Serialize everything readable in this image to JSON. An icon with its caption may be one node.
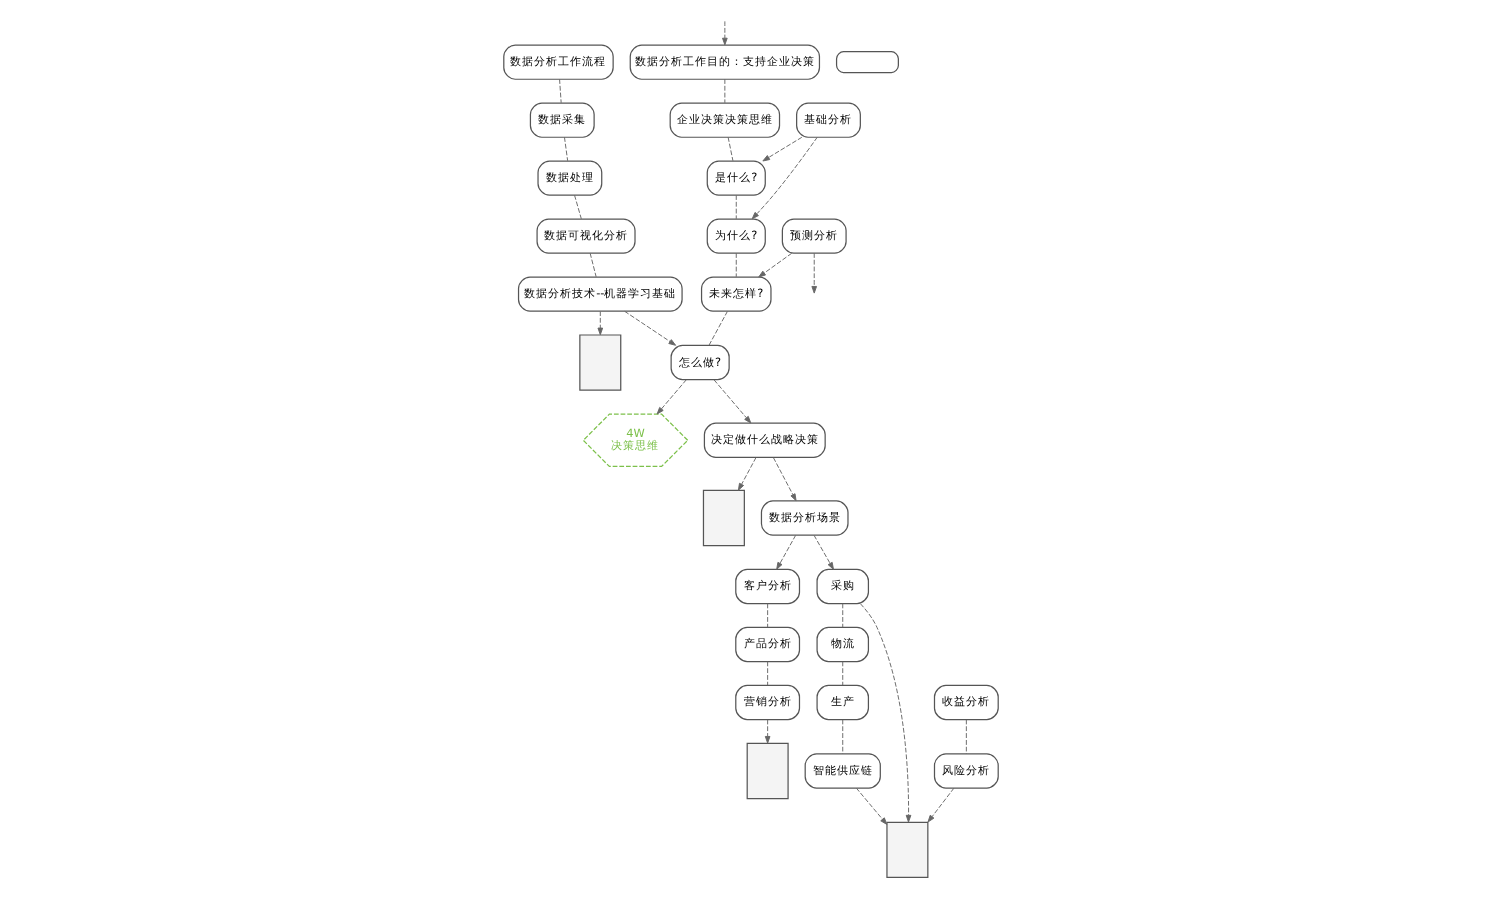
{
  "diagram": {
    "nodes": [
      {
        "text": [
          "数据分析工作流程"
        ]
      },
      {
        "text": [
          "数据采集"
        ]
      },
      {
        "text": [
          "数据处理"
        ]
      },
      {
        "text": [
          "数据可视化分析"
        ]
      },
      {
        "text": [
          "数据分析技术--机器学习基础"
        ]
      },
      {
        "text": [],
        "shape": "box"
      },
      {
        "text": [],
        "shape": "box"
      },
      {
        "text": [
          "基础分析"
        ]
      },
      {
        "text": [
          "预测分析"
        ]
      },
      {
        "text": [
          "数据分析工作目的：支持企业决策"
        ]
      },
      {
        "text": [
          "企业决策决策思维"
        ]
      },
      {
        "text": [
          "是什么?"
        ]
      },
      {
        "text": [
          "为什么?"
        ]
      },
      {
        "text": [
          "未来怎样?"
        ]
      },
      {
        "text": [
          "怎么做?"
        ]
      },
      {
        "text": [
          "4W",
          "决策思维"
        ]
      },
      {
        "text": [
          "决定做什么战略决策"
        ]
      },
      {
        "text": [],
        "shape": "box"
      },
      {
        "text": [
          "数据分析场景"
        ]
      },
      {
        "text": [
          "客户分析"
        ]
      },
      {
        "text": [
          "产品分析"
        ]
      },
      {
        "text": [
          "营销分析"
        ]
      },
      {
        "text": [],
        "shape": "box"
      },
      {
        "text": [
          "采购"
        ]
      },
      {
        "text": [
          "物流"
        ]
      },
      {
        "text": [
          "生产"
        ]
      },
      {
        "text": [
          "智能供应链"
        ]
      },
      {
        "text": [
          "收益分析"
        ]
      },
      {
        "text": [
          "风险分析"
        ]
      },
      {
        "text": [],
        "shape": "box"
      }
    ],
    "edges": [
      {
        "from": null,
        "to": 9,
        "arrow": "to"
      },
      {
        "from": 0,
        "to": 1,
        "arrow": "none"
      },
      {
        "from": 1,
        "to": 2,
        "arrow": "none"
      },
      {
        "from": 2,
        "to": 3,
        "arrow": "none"
      },
      {
        "from": 3,
        "to": 4,
        "arrow": "none"
      },
      {
        "from": 4,
        "to": 5,
        "arrow": "to"
      },
      {
        "from": 7,
        "to": 11,
        "arrow": "to"
      },
      {
        "from": 7,
        "to": 12,
        "arrow": "to"
      },
      {
        "from": 8,
        "to": 13,
        "arrow": "to"
      },
      {
        "from": 4,
        "to": 14,
        "arrow": "to"
      },
      {
        "from": 8,
        "to": null,
        "arrow": "to"
      },
      {
        "from": 9,
        "to": 10,
        "arrow": "none"
      },
      {
        "from": 10,
        "to": 11,
        "arrow": "none"
      },
      {
        "from": 11,
        "to": 12,
        "arrow": "none"
      },
      {
        "from": 12,
        "to": 13,
        "arrow": "none"
      },
      {
        "from": 13,
        "to": 14,
        "arrow": "none"
      },
      {
        "from": 14,
        "to": 15,
        "arrow": "to"
      },
      {
        "from": 14,
        "to": 16,
        "arrow": "to"
      },
      {
        "from": 16,
        "to": 17,
        "arrow": "to"
      },
      {
        "from": 16,
        "to": 18,
        "arrow": "to"
      },
      {
        "from": 18,
        "to": 19,
        "arrow": "to"
      },
      {
        "from": 18,
        "to": 23,
        "arrow": "to"
      },
      {
        "from": 19,
        "to": 20,
        "arrow": "none"
      },
      {
        "from": 20,
        "to": 21,
        "arrow": "none"
      },
      {
        "from": 21,
        "to": 22,
        "arrow": "to"
      },
      {
        "from": 23,
        "to": 24,
        "arrow": "none"
      },
      {
        "from": 24,
        "to": 25,
        "arrow": "none"
      },
      {
        "from": 25,
        "to": 26,
        "arrow": "none"
      },
      {
        "from": 23,
        "to": 29,
        "arrow": "to"
      },
      {
        "from": 26,
        "to": 29,
        "arrow": "to"
      },
      {
        "from": 27,
        "to": 28,
        "arrow": "none"
      },
      {
        "from": 28,
        "to": 29,
        "arrow": "to"
      }
    ]
  }
}
